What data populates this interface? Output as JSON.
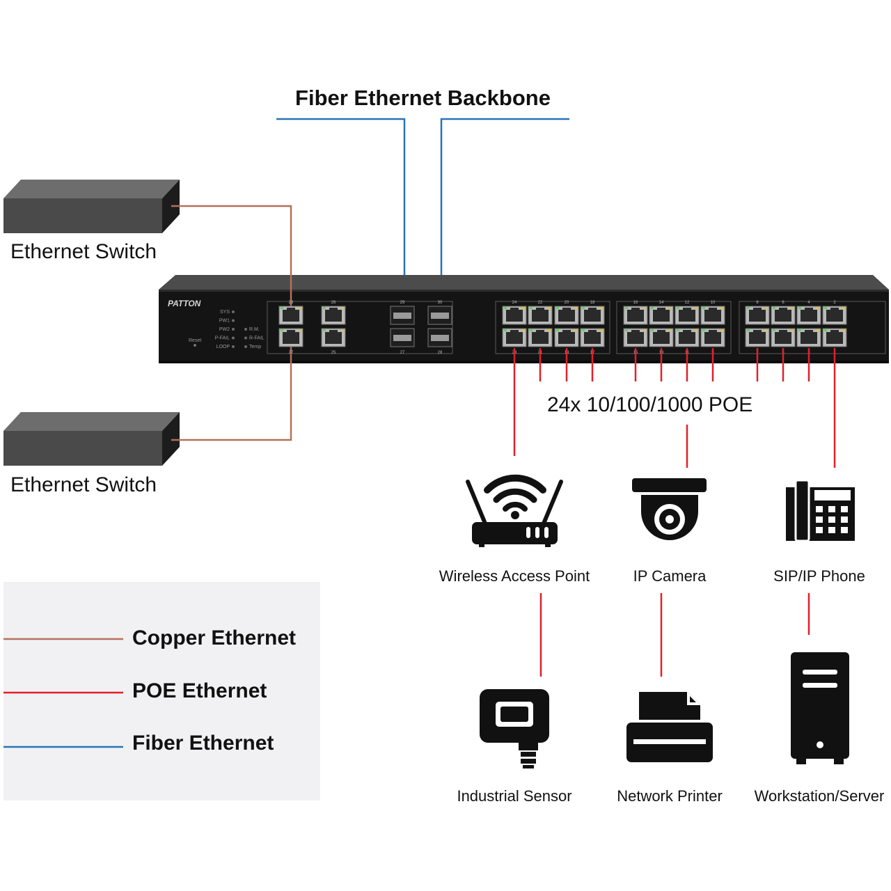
{
  "title": "Fiber Ethernet Backbone",
  "switches": [
    {
      "label": "Ethernet Switch"
    },
    {
      "label": "Ethernet Switch"
    }
  ],
  "poe_caption": "24x 10/100/1000 POE",
  "devices": [
    {
      "label": "Wireless Access Point",
      "icon": "wifi-router-icon"
    },
    {
      "label": "IP Camera",
      "icon": "dome-camera-icon"
    },
    {
      "label": "SIP/IP Phone",
      "icon": "desk-phone-icon"
    },
    {
      "label": "Industrial Sensor",
      "icon": "sensor-icon"
    },
    {
      "label": "Network Printer",
      "icon": "printer-icon"
    },
    {
      "label": "Workstation/Server",
      "icon": "server-tower-icon"
    }
  ],
  "device_panel": {
    "brand": "PATTON",
    "leds_left": [
      "SYS",
      "PW1",
      "PW2",
      "P-FAIL",
      "LOOP"
    ],
    "leds_right": [
      "R.M.",
      "R-FAIL",
      "Temp"
    ],
    "reset": "Reset",
    "port_numbers_top": [
      "28",
      "26",
      "29",
      "30",
      "24",
      "22",
      "20",
      "18",
      "16",
      "14",
      "12",
      "10",
      "8",
      "6",
      "4",
      "2"
    ],
    "port_numbers_bottom": [
      "27",
      "25",
      "27",
      "28",
      "23",
      "21",
      "19",
      "17",
      "15",
      "13",
      "11",
      "9",
      "7",
      "5",
      "3",
      "1"
    ]
  },
  "legend": [
    {
      "label": "Copper Ethernet",
      "color": "#b5705a"
    },
    {
      "label": "POE Ethernet",
      "color": "#e0202a"
    },
    {
      "label": "Fiber Ethernet",
      "color": "#2873b8"
    }
  ],
  "colors": {
    "copper": "#b5705a",
    "poe": "#e0202a",
    "fiber": "#2873b8"
  }
}
